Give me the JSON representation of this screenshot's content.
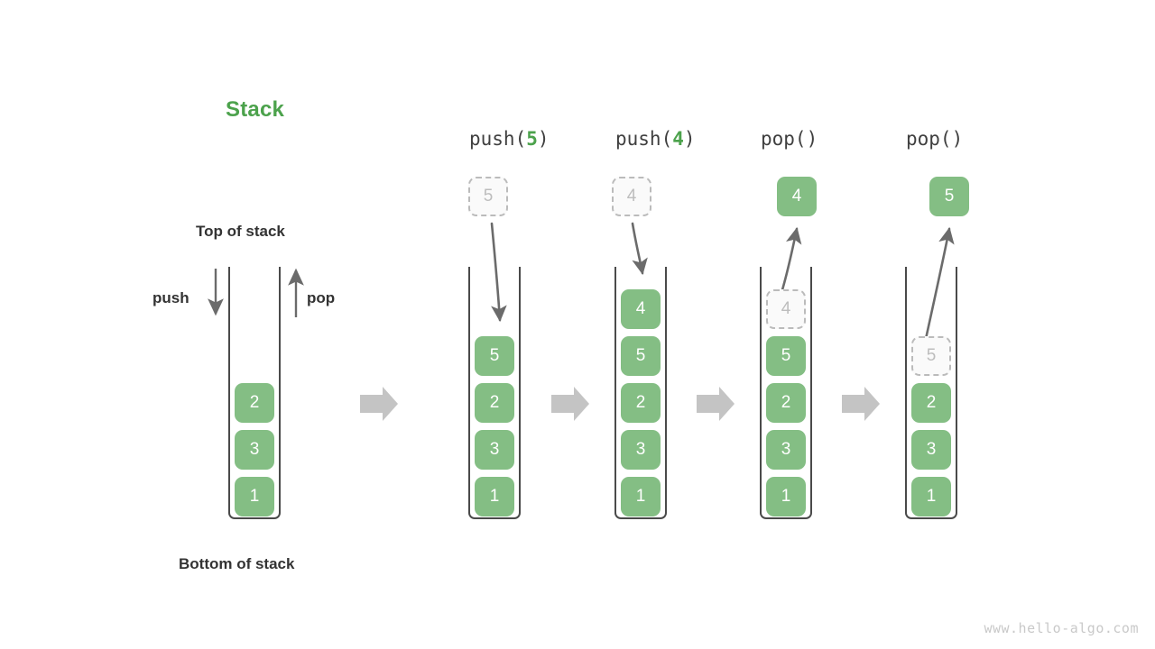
{
  "diagram": {
    "title": "Stack",
    "title_color": "#4ca24c",
    "accent_green": "#84be84",
    "ghost_gray": "#bdbdbd",
    "arrow_gray": "#6b6b6b",
    "transition_arrow_gray": "#c4c4c4",
    "watermark": "www.hello-algo.com"
  },
  "legend": {
    "top_of_stack": "Top of stack",
    "bottom_of_stack": "Bottom of stack",
    "push_label": "push",
    "pop_label": "pop",
    "push_arrow_direction": "down",
    "pop_arrow_direction": "up"
  },
  "steps": [
    {
      "id": "initial",
      "op_prefix": "",
      "op_arg": "",
      "op_suffix": "",
      "has_op_label": false,
      "stack": [
        "2",
        "3",
        "1"
      ],
      "floating": null,
      "ghost_in_stack": null,
      "flow_arrow": null
    },
    {
      "id": "push-5",
      "op_prefix": "push(",
      "op_arg": "5",
      "op_suffix": ")",
      "has_op_label": true,
      "stack": [
        "5",
        "2",
        "3",
        "1"
      ],
      "floating": {
        "value": "5",
        "style": "ghost"
      },
      "ghost_in_stack": null,
      "flow_arrow": "down-into-stack"
    },
    {
      "id": "push-4",
      "op_prefix": "push(",
      "op_arg": "4",
      "op_suffix": ")",
      "has_op_label": true,
      "stack": [
        "4",
        "5",
        "2",
        "3",
        "1"
      ],
      "floating": {
        "value": "4",
        "style": "ghost"
      },
      "ghost_in_stack": null,
      "flow_arrow": "down-into-stack"
    },
    {
      "id": "pop-4",
      "op_prefix": "pop(",
      "op_arg": "",
      "op_suffix": ")",
      "has_op_label": true,
      "stack": [
        "5",
        "2",
        "3",
        "1"
      ],
      "floating": {
        "value": "4",
        "style": "solid"
      },
      "ghost_in_stack": {
        "value": "4"
      },
      "flow_arrow": "up-out-of-stack"
    },
    {
      "id": "pop-5",
      "op_prefix": "pop(",
      "op_arg": "",
      "op_suffix": ")",
      "has_op_label": true,
      "stack": [
        "2",
        "3",
        "1"
      ],
      "floating": {
        "value": "5",
        "style": "solid"
      },
      "ghost_in_stack": {
        "value": "5"
      },
      "flow_arrow": "up-out-of-stack"
    }
  ],
  "transitions": [
    "arrow-right",
    "arrow-right",
    "arrow-right",
    "arrow-right"
  ]
}
